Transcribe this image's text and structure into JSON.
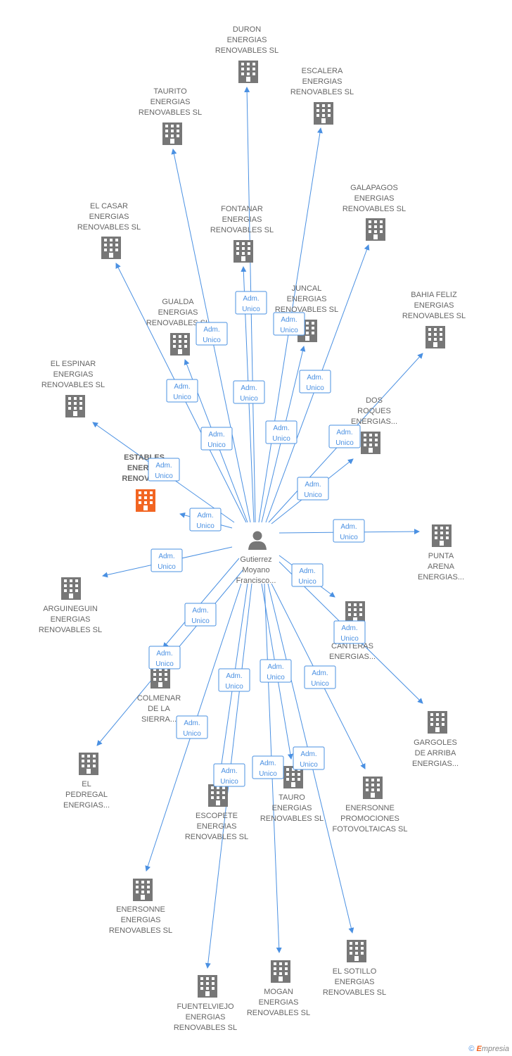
{
  "colors": {
    "edge": "#4a90e2",
    "building": "#777777",
    "building_main": "#f26522",
    "person": "#777777"
  },
  "person": {
    "lines": [
      "Gutierrez",
      "Moyano",
      "Francisco..."
    ]
  },
  "relation_label": [
    "Adm.",
    "Unico"
  ],
  "companies": [
    {
      "id": "duron",
      "lines": [
        "DURON",
        "ENERGIAS",
        "RENOVABLES SL"
      ]
    },
    {
      "id": "escalera",
      "lines": [
        "ESCALERA",
        "ENERGIAS",
        "RENOVABLES SL"
      ]
    },
    {
      "id": "taurito",
      "lines": [
        "TAURITO",
        "ENERGIAS",
        "RENOVABLES SL"
      ]
    },
    {
      "id": "galapagos",
      "lines": [
        "GALAPAGOS",
        "ENERGIAS",
        "RENOVABLES SL"
      ]
    },
    {
      "id": "el-casar",
      "lines": [
        "EL CASAR",
        "ENERGIAS",
        "RENOVABLES SL"
      ]
    },
    {
      "id": "fontanar",
      "lines": [
        "FONTANAR",
        "ENERGIAS",
        "RENOVABLES SL"
      ]
    },
    {
      "id": "juncal",
      "lines": [
        "JUNCAL",
        "ENERGIAS",
        "RENOVABLES SL"
      ]
    },
    {
      "id": "bahia-feliz",
      "lines": [
        "BAHIA FELIZ",
        "ENERGIAS",
        "RENOVABLES SL"
      ]
    },
    {
      "id": "gualda",
      "lines": [
        "GUALDA",
        "ENERGIAS",
        "RENOVABLES SL"
      ]
    },
    {
      "id": "el-espinar",
      "lines": [
        "EL ESPINAR",
        "ENERGIAS",
        "RENOVABLES SL"
      ]
    },
    {
      "id": "dos-roques",
      "lines": [
        "DOS",
        "ROQUES",
        "ENERGIAS..."
      ]
    },
    {
      "id": "estables",
      "lines": [
        "ESTABLES",
        "ENERG...",
        "RENOVAB..."
      ],
      "main": true
    },
    {
      "id": "punta-arena",
      "lines": [
        "PUNTA",
        "ARENA",
        "ENERGIAS..."
      ]
    },
    {
      "id": "arguineguin",
      "lines": [
        "ARGUINEGUIN",
        "ENERGIAS",
        "RENOVABLES SL"
      ]
    },
    {
      "id": "canteras",
      "lines": [
        "CANTERAS",
        "ENERGIAS..."
      ]
    },
    {
      "id": "colmenar",
      "lines": [
        "COLMENAR",
        "DE LA",
        "SIERRA..."
      ]
    },
    {
      "id": "gargoles",
      "lines": [
        "GARGOLES",
        "DE ARRIBA",
        "ENERGIAS..."
      ]
    },
    {
      "id": "el-pedregal",
      "lines": [
        "EL",
        "PEDREGAL",
        "ENERGIAS..."
      ]
    },
    {
      "id": "tauro",
      "lines": [
        "TAURO",
        "ENERGIAS",
        "RENOVABLES SL"
      ]
    },
    {
      "id": "escopete",
      "lines": [
        "ESCOPETE",
        "ENERGIAS",
        "RENOVABLES SL"
      ]
    },
    {
      "id": "enersonne-promociones",
      "lines": [
        "ENERSONNE",
        "PROMOCIONES",
        "FOTOVOLTAICAS SL"
      ]
    },
    {
      "id": "enersonne",
      "lines": [
        "ENERSONNE",
        "ENERGIAS",
        "RENOVABLES SL"
      ]
    },
    {
      "id": "el-sotillo",
      "lines": [
        "EL SOTILLO",
        "ENERGIAS",
        "RENOVABLES SL"
      ]
    },
    {
      "id": "mogan",
      "lines": [
        "MOGAN",
        "ENERGIAS",
        "RENOVABLES SL"
      ]
    },
    {
      "id": "fuentelviejo",
      "lines": [
        "FUENTELVIEJO",
        "ENERGIAS",
        "RENOVABLES SL"
      ]
    }
  ],
  "footer": {
    "copyright": "©",
    "brand_first": "E",
    "brand_rest": "mpresia"
  }
}
